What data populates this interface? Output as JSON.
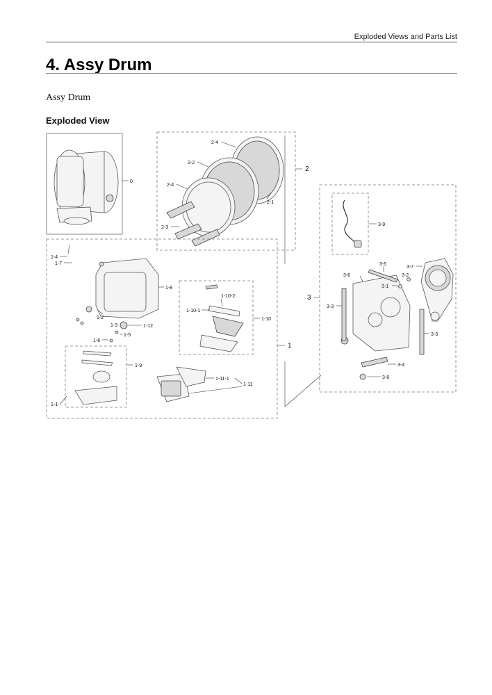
{
  "header": {
    "section_name": "Exploded Views and Parts List"
  },
  "page_title": "4.  Assy Drum",
  "subtitle": "Assy Drum",
  "section_heading": "Exploded View",
  "labels": {
    "p0": "0",
    "p1": "1",
    "p2": "2",
    "p3": "3",
    "p1_1": "1-1",
    "p1_2": "1-2",
    "p1_3": "1-3",
    "p1_4": "1-4",
    "p1_5": "1-5",
    "p1_6": "1-6",
    "p1_7": "1-7",
    "p1_8": "1-8",
    "p1_9": "1-9",
    "p1_10": "1-10",
    "p1_10_1": "1-10-1",
    "p1_10_2": "1-10-2",
    "p1_11": "1-11",
    "p1_11_1": "1-11-1",
    "p1_12": "1-12",
    "p2_1": "2-1",
    "p2_2": "2-2",
    "p2_3": "2-3",
    "p2_4a": "2-4",
    "p2_4b": "2-4",
    "p3_1": "3-1",
    "p3_2": "3-2",
    "p3_3a": "3-3",
    "p3_3b": "3-3",
    "p3_4": "3-4",
    "p3_5": "3-5",
    "p3_6": "3-6",
    "p3_7": "3-7",
    "p3_8": "3-8",
    "p3_9": "3-9"
  }
}
